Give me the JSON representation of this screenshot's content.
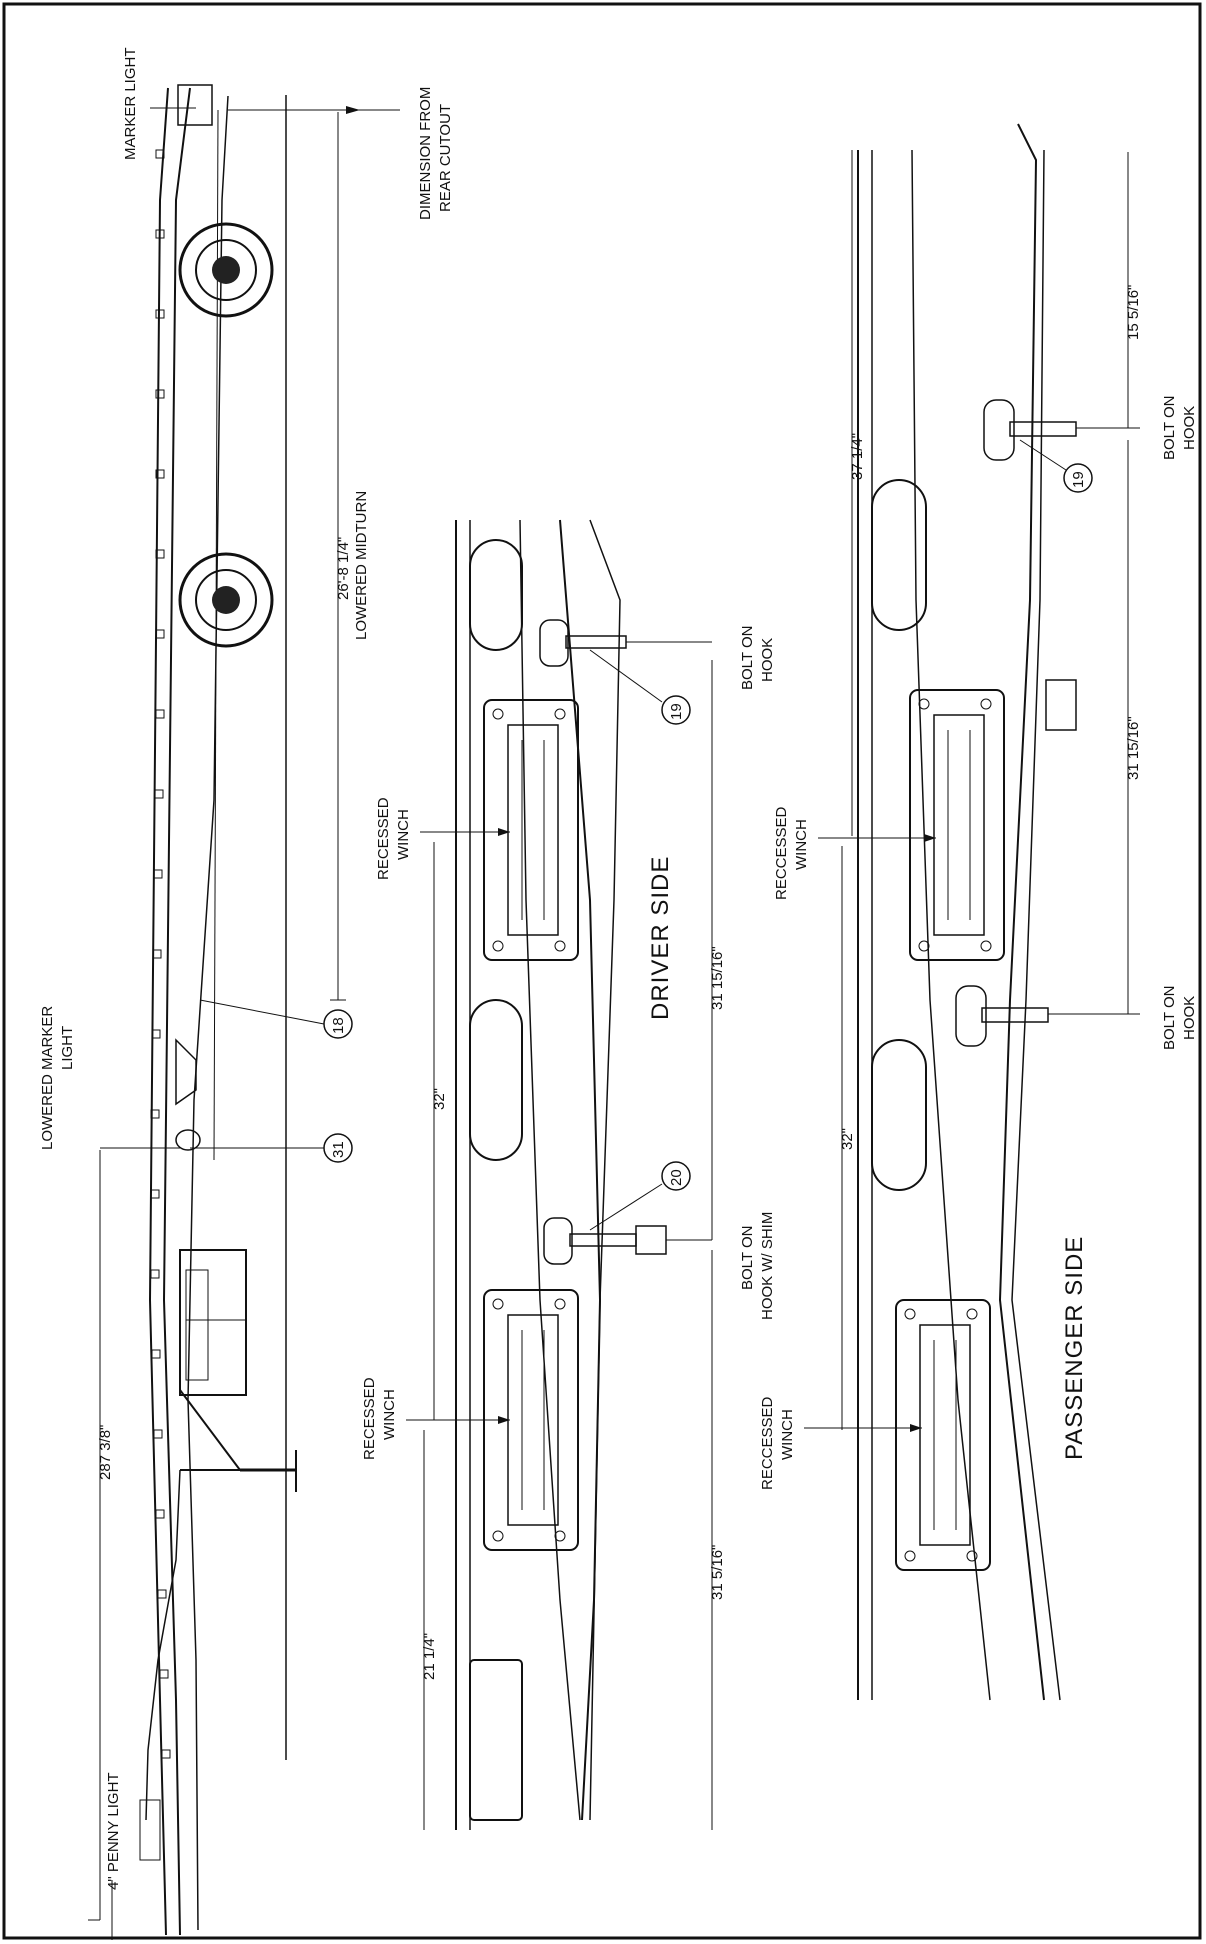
{
  "overall": {
    "marker_light": "MARKER LIGHT",
    "dim_rear_cutout_1": "DIMENSION FROM",
    "dim_rear_cutout_2": "REAR CUTOUT",
    "lowered_midturn_dim": "26'-8 1/4\"",
    "lowered_midturn": "LOWERED MIDTURN",
    "lowered_marker_1": "LOWERED MARKER",
    "lowered_marker_2": "LIGHT",
    "dim_287": "287 3/8\"",
    "penny_light": "4\" PENNY LIGHT",
    "callout_18": "18",
    "callout_31": "31"
  },
  "driver": {
    "title": "DRIVER SIDE",
    "winch_upper_1": "RECESSED",
    "winch_upper_2": "WINCH",
    "winch_lower_1": "RECESSED",
    "winch_lower_2": "WINCH",
    "dim_32": "32\"",
    "dim_21": "21 1/4\"",
    "dim_31_15": "31 15/16\"",
    "dim_31_5": "31 5/16\"",
    "hook_1": "BOLT ON",
    "hook_2": "HOOK",
    "hook_shim_1": "BOLT ON",
    "hook_shim_2": "HOOK W/ SHIM",
    "callout_19": "19",
    "callout_20": "20"
  },
  "passenger": {
    "title": "PASSENGER SIDE",
    "winch_upper_1": "RECCESSED",
    "winch_upper_2": "WINCH",
    "winch_lower_1": "RECCESSED",
    "winch_lower_2": "WINCH",
    "dim_37": "37 1/4\"",
    "dim_32": "32\"",
    "dim_15": "15 5/16\"",
    "dim_31_15": "31 15/16\"",
    "hook_top_1": "BOLT ON",
    "hook_top_2": "HOOK",
    "hook_mid_1": "BOLT ON",
    "hook_mid_2": "HOOK",
    "callout_19": "19"
  }
}
